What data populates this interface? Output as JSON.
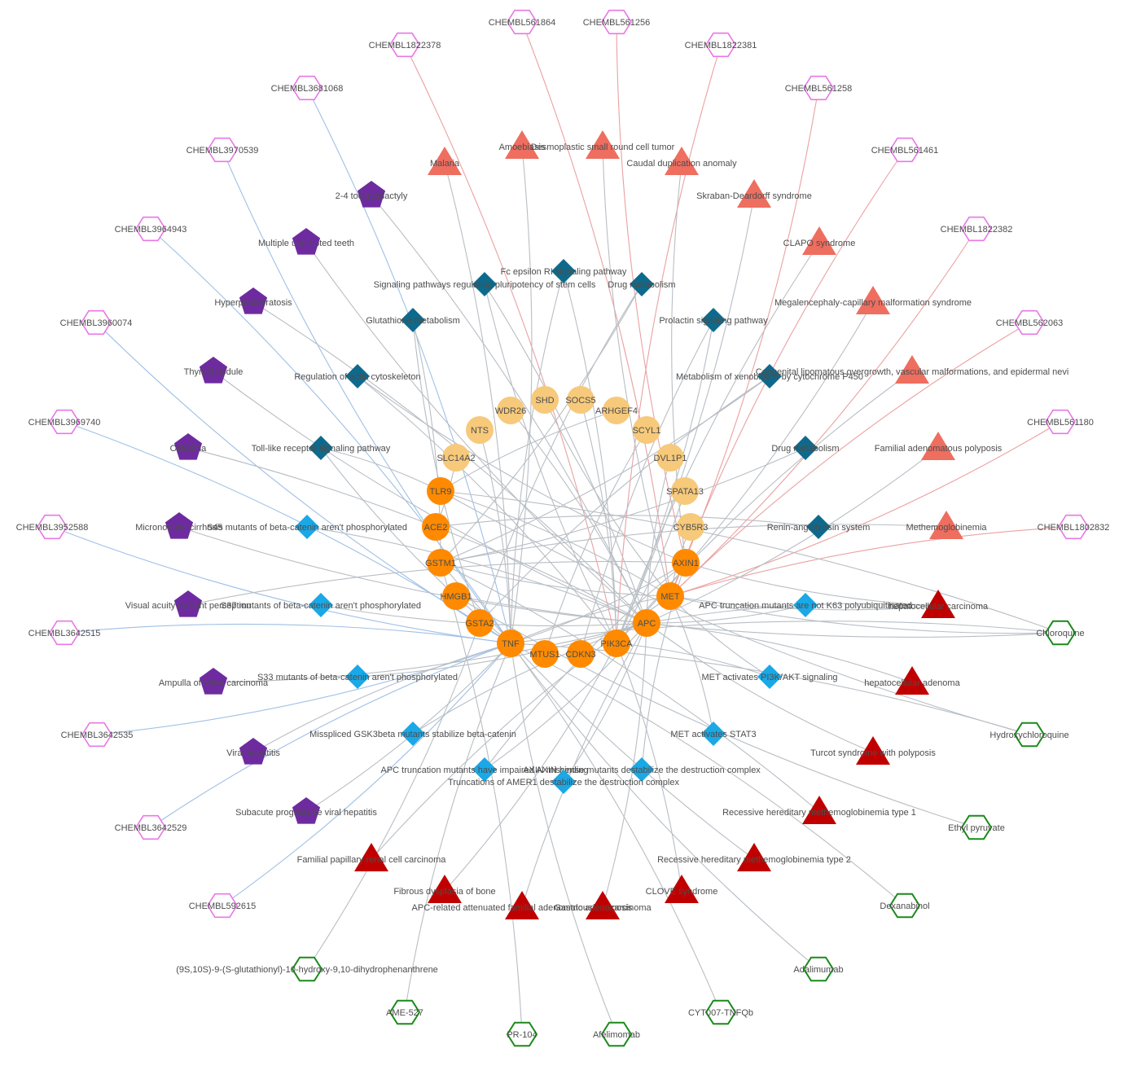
{
  "colors": {
    "drug": "#e877e6",
    "drug_green": "#1a8a1a",
    "gene_light": "#f7c97a",
    "gene_dark": "#ff8a00",
    "pathway_dark": "#0e6a8c",
    "pathway_light": "#1aa8e6",
    "disease_light": "#ee6e60",
    "disease_dark": "#c00000",
    "phenotype": "#6e2ba0",
    "edge_gray": "#b8bec4",
    "edge_blue": "#9fc0e6",
    "edge_red": "#eba1a1"
  },
  "nodes": [
    {
      "id": "d1",
      "label": "CHEMBL561864",
      "shape": "hexagon",
      "color": "drug"
    },
    {
      "id": "d2",
      "label": "CHEMBL561256",
      "shape": "hexagon",
      "color": "drug"
    },
    {
      "id": "d3",
      "label": "CHEMBL1822378",
      "shape": "hexagon",
      "color": "drug"
    },
    {
      "id": "d4",
      "label": "CHEMBL1822381",
      "shape": "hexagon",
      "color": "drug"
    },
    {
      "id": "d5",
      "label": "CHEMBL3681068",
      "shape": "hexagon",
      "color": "drug"
    },
    {
      "id": "d6",
      "label": "CHEMBL561258",
      "shape": "hexagon",
      "color": "drug"
    },
    {
      "id": "d7",
      "label": "CHEMBL3970539",
      "shape": "hexagon",
      "color": "drug"
    },
    {
      "id": "d8",
      "label": "CHEMBL561461",
      "shape": "hexagon",
      "color": "drug"
    },
    {
      "id": "d9",
      "label": "CHEMBL3964943",
      "shape": "hexagon",
      "color": "drug"
    },
    {
      "id": "d10",
      "label": "CHEMBL1822382",
      "shape": "hexagon",
      "color": "drug"
    },
    {
      "id": "d11",
      "label": "CHEMBL3960074",
      "shape": "hexagon",
      "color": "drug"
    },
    {
      "id": "d12",
      "label": "CHEMBL562063",
      "shape": "hexagon",
      "color": "drug"
    },
    {
      "id": "d13",
      "label": "CHEMBL3969740",
      "shape": "hexagon",
      "color": "drug"
    },
    {
      "id": "d14",
      "label": "CHEMBL561180",
      "shape": "hexagon",
      "color": "drug"
    },
    {
      "id": "d15",
      "label": "CHEMBL3952588",
      "shape": "hexagon",
      "color": "drug"
    },
    {
      "id": "d16",
      "label": "CHEMBL1802832",
      "shape": "hexagon",
      "color": "drug"
    },
    {
      "id": "d17",
      "label": "CHEMBL3642515",
      "shape": "hexagon",
      "color": "drug"
    },
    {
      "id": "d18",
      "label": "CHEMBL3642535",
      "shape": "hexagon",
      "color": "drug"
    },
    {
      "id": "d19",
      "label": "CHEMBL3642529",
      "shape": "hexagon",
      "color": "drug"
    },
    {
      "id": "d20",
      "label": "CHEMBL592615",
      "shape": "hexagon",
      "color": "drug"
    },
    {
      "id": "g1",
      "label": "Chloroquine",
      "shape": "hexagon",
      "color": "drug_green"
    },
    {
      "id": "g2",
      "label": "Hydroxychloroquine",
      "shape": "hexagon",
      "color": "drug_green"
    },
    {
      "id": "g3",
      "label": "Ethyl pyruvate",
      "shape": "hexagon",
      "color": "drug_green"
    },
    {
      "id": "g4",
      "label": "Dexanabinol",
      "shape": "hexagon",
      "color": "drug_green"
    },
    {
      "id": "g5",
      "label": "Adalimumab",
      "shape": "hexagon",
      "color": "drug_green"
    },
    {
      "id": "g6",
      "label": "CYT007-TNFQb",
      "shape": "hexagon",
      "color": "drug_green"
    },
    {
      "id": "g7",
      "label": "Afelimomab",
      "shape": "hexagon",
      "color": "drug_green"
    },
    {
      "id": "g8",
      "label": "PR-104",
      "shape": "hexagon",
      "color": "drug_green"
    },
    {
      "id": "g9",
      "label": "AME-527",
      "shape": "hexagon",
      "color": "drug_green"
    },
    {
      "id": "g10",
      "label": "(9S,10S)-9-(S-glutathionyl)-10-hydroxy-9,10-dihydrophenanthrene",
      "shape": "hexagon",
      "color": "drug_green"
    },
    {
      "id": "s1",
      "label": "WDR26",
      "shape": "circle",
      "color": "gene_light"
    },
    {
      "id": "s2",
      "label": "SHD",
      "shape": "circle",
      "color": "gene_light"
    },
    {
      "id": "s3",
      "label": "SOCS5",
      "shape": "circle",
      "color": "gene_light"
    },
    {
      "id": "s4",
      "label": "ARHGEF4",
      "shape": "circle",
      "color": "gene_light"
    },
    {
      "id": "s5",
      "label": "NTS",
      "shape": "circle",
      "color": "gene_light"
    },
    {
      "id": "s6",
      "label": "SCYL1",
      "shape": "circle",
      "color": "gene_light"
    },
    {
      "id": "s7",
      "label": "SLC14A2",
      "shape": "circle",
      "color": "gene_light"
    },
    {
      "id": "s8",
      "label": "DVL1P1",
      "shape": "circle",
      "color": "gene_light"
    },
    {
      "id": "s9",
      "label": "SPATA13",
      "shape": "circle",
      "color": "gene_light"
    },
    {
      "id": "s10",
      "label": "CYB5R3",
      "shape": "circle",
      "color": "gene_light"
    },
    {
      "id": "o1",
      "label": "TLR9",
      "shape": "circle",
      "color": "gene_dark"
    },
    {
      "id": "o2",
      "label": "ACE2",
      "shape": "circle",
      "color": "gene_dark"
    },
    {
      "id": "o3",
      "label": "GSTM1",
      "shape": "circle",
      "color": "gene_dark"
    },
    {
      "id": "o4",
      "label": "AXIN1",
      "shape": "circle",
      "color": "gene_dark"
    },
    {
      "id": "o5",
      "label": "HMGB1",
      "shape": "circle",
      "color": "gene_dark"
    },
    {
      "id": "o6",
      "label": "MET",
      "shape": "circle",
      "color": "gene_dark"
    },
    {
      "id": "o7",
      "label": "GSTA2",
      "shape": "circle",
      "color": "gene_dark"
    },
    {
      "id": "o8",
      "label": "APC",
      "shape": "circle",
      "color": "gene_dark"
    },
    {
      "id": "o9",
      "label": "TNF",
      "shape": "circle",
      "color": "gene_dark"
    },
    {
      "id": "o10",
      "label": "PIK3CA",
      "shape": "circle",
      "color": "gene_dark"
    },
    {
      "id": "o11",
      "label": "MTUS1",
      "shape": "circle",
      "color": "gene_dark"
    },
    {
      "id": "o12",
      "label": "CDKN3",
      "shape": "circle",
      "color": "gene_dark"
    },
    {
      "id": "p1",
      "label": "Fc epsilon RI signaling pathway",
      "shape": "diamond",
      "color": "pathway_dark"
    },
    {
      "id": "p2",
      "label": "Signaling pathways regulating pluripotency of stem cells",
      "shape": "diamond",
      "color": "pathway_dark"
    },
    {
      "id": "p3",
      "label": "Drug metabolism",
      "shape": "diamond",
      "color": "pathway_dark"
    },
    {
      "id": "p4",
      "label": "Glutathione metabolism",
      "shape": "diamond",
      "color": "pathway_dark"
    },
    {
      "id": "p5",
      "label": "Prolactin signaling pathway",
      "shape": "diamond",
      "color": "pathway_dark"
    },
    {
      "id": "p6",
      "label": "Regulation of actin cytoskeleton",
      "shape": "diamond",
      "color": "pathway_dark"
    },
    {
      "id": "p7",
      "label": "Metabolism of xenobiotics by cytochrome P450",
      "shape": "diamond",
      "color": "pathway_dark"
    },
    {
      "id": "p8",
      "label": "Toll-like receptor signaling pathway",
      "shape": "diamond",
      "color": "pathway_dark"
    },
    {
      "id": "p9",
      "label": "Drug metabolism",
      "shape": "diamond",
      "color": "pathway_dark"
    },
    {
      "id": "p10",
      "label": "Renin-angiotensin system",
      "shape": "diamond",
      "color": "pathway_dark"
    },
    {
      "id": "q1",
      "label": "S45 mutants of beta-catenin aren't phosphorylated",
      "shape": "diamond",
      "color": "pathway_light"
    },
    {
      "id": "q2",
      "label": "S37 mutants of beta-catenin aren't phosphorylated",
      "shape": "diamond",
      "color": "pathway_light"
    },
    {
      "id": "q3",
      "label": "APC truncation mutants are not K63 polyubiquitinated",
      "shape": "diamond",
      "color": "pathway_light"
    },
    {
      "id": "q4",
      "label": "S33 mutants of beta-catenin aren't phosphorylated",
      "shape": "diamond",
      "color": "pathway_light"
    },
    {
      "id": "q5",
      "label": "MET activates PI3K/AKT signaling",
      "shape": "diamond",
      "color": "pathway_light"
    },
    {
      "id": "q6",
      "label": "Misspliced GSK3beta mutants stabilize beta-catenin",
      "shape": "diamond",
      "color": "pathway_light"
    },
    {
      "id": "q7",
      "label": "MET activates STAT3",
      "shape": "diamond",
      "color": "pathway_light"
    },
    {
      "id": "q8",
      "label": "APC truncation mutants have impaired AXIN binding",
      "shape": "diamond",
      "color": "pathway_light"
    },
    {
      "id": "q9",
      "label": "AXIN missense mutants destabilize the destruction complex",
      "shape": "diamond",
      "color": "pathway_light"
    },
    {
      "id": "q10",
      "label": "Truncations of AMER1 destabilize the destruction complex",
      "shape": "diamond",
      "color": "pathway_light"
    },
    {
      "id": "t1",
      "label": "Amoebiasis",
      "shape": "triangle",
      "color": "disease_light"
    },
    {
      "id": "t2",
      "label": "Desmoplastic small round cell tumor",
      "shape": "triangle",
      "color": "disease_light"
    },
    {
      "id": "t3",
      "label": "Malaria",
      "shape": "triangle",
      "color": "disease_light"
    },
    {
      "id": "t4",
      "label": "Caudal duplication anomaly",
      "shape": "triangle",
      "color": "disease_light"
    },
    {
      "id": "t5",
      "label": "Skraban-Deardorff syndrome",
      "shape": "triangle",
      "color": "disease_light"
    },
    {
      "id": "t6",
      "label": "CLAPO syndrome",
      "shape": "triangle",
      "color": "disease_light"
    },
    {
      "id": "t7",
      "label": "Megalencephaly-capillary malformation syndrome",
      "shape": "triangle",
      "color": "disease_light"
    },
    {
      "id": "t8",
      "label": "Congenital lipomatous overgrowth, vascular malformations, and epidermal nevi",
      "shape": "triangle",
      "color": "disease_light"
    },
    {
      "id": "t9",
      "label": "Familial adenomatous polyposis",
      "shape": "triangle",
      "color": "disease_light"
    },
    {
      "id": "t10",
      "label": "Methemoglobinemia",
      "shape": "triangle",
      "color": "disease_light"
    },
    {
      "id": "r1",
      "label": "hepatocellular carcinoma",
      "shape": "triangle",
      "color": "disease_dark"
    },
    {
      "id": "r2",
      "label": "hepatocellular adenoma",
      "shape": "triangle",
      "color": "disease_dark"
    },
    {
      "id": "r3",
      "label": "Turcot syndrome with polyposis",
      "shape": "triangle",
      "color": "disease_dark"
    },
    {
      "id": "r4",
      "label": "Recessive hereditary methemoglobinemia type 1",
      "shape": "triangle",
      "color": "disease_dark"
    },
    {
      "id": "r5",
      "label": "Recessive hereditary methemoglobinemia type 2",
      "shape": "triangle",
      "color": "disease_dark"
    },
    {
      "id": "r6",
      "label": "CLOVE syndrome",
      "shape": "triangle",
      "color": "disease_dark"
    },
    {
      "id": "r7",
      "label": "Familial papillary renal cell carcinoma",
      "shape": "triangle",
      "color": "disease_dark"
    },
    {
      "id": "r8",
      "label": "Fibrous dysplasia of bone",
      "shape": "triangle",
      "color": "disease_dark"
    },
    {
      "id": "r9",
      "label": "APC-related attenuated familial adenomatous polyposis",
      "shape": "triangle",
      "color": "disease_dark"
    },
    {
      "id": "r10",
      "label": "Gastric adenocarcinoma",
      "shape": "triangle",
      "color": "disease_dark"
    },
    {
      "id": "v1",
      "label": "2-4 toe syndactyly",
      "shape": "pentagon",
      "color": "phenotype"
    },
    {
      "id": "v2",
      "label": "Multiple unerupted teeth",
      "shape": "pentagon",
      "color": "phenotype"
    },
    {
      "id": "v3",
      "label": "Hyperparakeratosis",
      "shape": "pentagon",
      "color": "phenotype"
    },
    {
      "id": "v4",
      "label": "Thyroid nodule",
      "shape": "pentagon",
      "color": "phenotype"
    },
    {
      "id": "v5",
      "label": "Osteoma",
      "shape": "pentagon",
      "color": "phenotype"
    },
    {
      "id": "v6",
      "label": "Micronodular cirrhosis",
      "shape": "pentagon",
      "color": "phenotype"
    },
    {
      "id": "v7",
      "label": "Visual acuity no light perception",
      "shape": "pentagon",
      "color": "phenotype"
    },
    {
      "id": "v8",
      "label": "Ampulla of Vater carcinoma",
      "shape": "pentagon",
      "color": "phenotype"
    },
    {
      "id": "v9",
      "label": "Viral hepatitis",
      "shape": "pentagon",
      "color": "phenotype"
    },
    {
      "id": "v10",
      "label": "Subacute progressive viral hepatitis",
      "shape": "pentagon",
      "color": "phenotype"
    }
  ],
  "edges": [
    [
      "d1",
      "o6",
      "edge_red"
    ],
    [
      "d2",
      "o4",
      "edge_red"
    ],
    [
      "d3",
      "o10",
      "edge_red"
    ],
    [
      "d4",
      "o10",
      "edge_red"
    ],
    [
      "d6",
      "o6",
      "edge_red"
    ],
    [
      "d8",
      "o6",
      "edge_red"
    ],
    [
      "d10",
      "o6",
      "edge_red"
    ],
    [
      "d12",
      "o6",
      "edge_red"
    ],
    [
      "d14",
      "o6",
      "edge_red"
    ],
    [
      "d16",
      "o6",
      "edge_red"
    ],
    [
      "d5",
      "o9",
      "edge_blue"
    ],
    [
      "d7",
      "o9",
      "edge_blue"
    ],
    [
      "d9",
      "o9",
      "edge_blue"
    ],
    [
      "d11",
      "o9",
      "edge_blue"
    ],
    [
      "d13",
      "o9",
      "edge_blue"
    ],
    [
      "d15",
      "o9",
      "edge_blue"
    ],
    [
      "d17",
      "o9",
      "edge_blue"
    ],
    [
      "d18",
      "o9",
      "edge_blue"
    ],
    [
      "d19",
      "o9",
      "edge_blue"
    ],
    [
      "d20",
      "o9",
      "edge_blue"
    ],
    [
      "g1",
      "o6",
      "edge_gray"
    ],
    [
      "g1",
      "o1",
      "edge_gray"
    ],
    [
      "g1",
      "o5",
      "edge_gray"
    ],
    [
      "g1",
      "o9",
      "edge_gray"
    ],
    [
      "g2",
      "o1",
      "edge_gray"
    ],
    [
      "g2",
      "o9",
      "edge_gray"
    ],
    [
      "g3",
      "o5",
      "edge_gray"
    ],
    [
      "g4",
      "o9",
      "edge_gray"
    ],
    [
      "g5",
      "o9",
      "edge_gray"
    ],
    [
      "g6",
      "o9",
      "edge_gray"
    ],
    [
      "g7",
      "o9",
      "edge_gray"
    ],
    [
      "g8",
      "o3",
      "edge_gray"
    ],
    [
      "g9",
      "o9",
      "edge_gray"
    ],
    [
      "g10",
      "o7",
      "edge_gray"
    ],
    [
      "p1",
      "o10",
      "edge_gray"
    ],
    [
      "p1",
      "o9",
      "edge_gray"
    ],
    [
      "p2",
      "o8",
      "edge_gray"
    ],
    [
      "p2",
      "o10",
      "edge_gray"
    ],
    [
      "p3",
      "o3",
      "edge_gray"
    ],
    [
      "p3",
      "o7",
      "edge_gray"
    ],
    [
      "p4",
      "o3",
      "edge_gray"
    ],
    [
      "p4",
      "o7",
      "edge_gray"
    ],
    [
      "p5",
      "o10",
      "edge_gray"
    ],
    [
      "p5",
      "o12",
      "edge_gray"
    ],
    [
      "p6",
      "o10",
      "edge_gray"
    ],
    [
      "p6",
      "o4",
      "edge_gray"
    ],
    [
      "p7",
      "o3",
      "edge_gray"
    ],
    [
      "p7",
      "o7",
      "edge_gray"
    ],
    [
      "p8",
      "o1",
      "edge_gray"
    ],
    [
      "p8",
      "o9",
      "edge_gray"
    ],
    [
      "p9",
      "o3",
      "edge_gray"
    ],
    [
      "p10",
      "o2",
      "edge_gray"
    ],
    [
      "q1",
      "o8",
      "edge_gray"
    ],
    [
      "q2",
      "o8",
      "edge_gray"
    ],
    [
      "q3",
      "o8",
      "edge_gray"
    ],
    [
      "q4",
      "o8",
      "edge_gray"
    ],
    [
      "q5",
      "o6",
      "edge_gray"
    ],
    [
      "q5",
      "o10",
      "edge_gray"
    ],
    [
      "q6",
      "o8",
      "edge_gray"
    ],
    [
      "q7",
      "o6",
      "edge_gray"
    ],
    [
      "q8",
      "o4",
      "edge_gray"
    ],
    [
      "q8",
      "o8",
      "edge_gray"
    ],
    [
      "q9",
      "o4",
      "edge_gray"
    ],
    [
      "q10",
      "o8",
      "edge_gray"
    ],
    [
      "t1",
      "o9",
      "edge_gray"
    ],
    [
      "t2",
      "o6",
      "edge_gray"
    ],
    [
      "t3",
      "o9",
      "edge_gray"
    ],
    [
      "t4",
      "o4",
      "edge_gray"
    ],
    [
      "t5",
      "o10",
      "edge_gray"
    ],
    [
      "t6",
      "o10",
      "edge_gray"
    ],
    [
      "t7",
      "o10",
      "edge_gray"
    ],
    [
      "t8",
      "o10",
      "edge_gray"
    ],
    [
      "t9",
      "o8",
      "edge_gray"
    ],
    [
      "t10",
      "o3",
      "edge_gray"
    ],
    [
      "r1",
      "o6",
      "edge_gray"
    ],
    [
      "r1",
      "o8",
      "edge_gray"
    ],
    [
      "r1",
      "o4",
      "edge_gray"
    ],
    [
      "r2",
      "o8",
      "edge_gray"
    ],
    [
      "r3",
      "o8",
      "edge_gray"
    ],
    [
      "r4",
      "o3",
      "edge_gray"
    ],
    [
      "r5",
      "o3",
      "edge_gray"
    ],
    [
      "r6",
      "o10",
      "edge_gray"
    ],
    [
      "r7",
      "o6",
      "edge_gray"
    ],
    [
      "r8",
      "o10",
      "edge_gray"
    ],
    [
      "r9",
      "o8",
      "edge_gray"
    ],
    [
      "r10",
      "o8",
      "edge_gray"
    ],
    [
      "v1",
      "o8",
      "edge_gray"
    ],
    [
      "v2",
      "o8",
      "edge_gray"
    ],
    [
      "v3",
      "o8",
      "edge_gray"
    ],
    [
      "v4",
      "o8",
      "edge_gray"
    ],
    [
      "v5",
      "o8",
      "edge_gray"
    ],
    [
      "v6",
      "o8",
      "edge_gray"
    ],
    [
      "v7",
      "o4",
      "edge_gray"
    ],
    [
      "v8",
      "o8",
      "edge_gray"
    ],
    [
      "v9",
      "o9",
      "edge_gray"
    ],
    [
      "v10",
      "o9",
      "edge_gray"
    ],
    [
      "s1",
      "o8",
      "edge_gray"
    ],
    [
      "s2",
      "o6",
      "edge_gray"
    ],
    [
      "s3",
      "o10",
      "edge_gray"
    ],
    [
      "s4",
      "o1",
      "edge_gray"
    ],
    [
      "s5",
      "o9",
      "edge_gray"
    ],
    [
      "s6",
      "o11",
      "edge_gray"
    ],
    [
      "s7",
      "o2",
      "edge_gray"
    ],
    [
      "s8",
      "o8",
      "edge_gray"
    ],
    [
      "s9",
      "o10",
      "edge_gray"
    ],
    [
      "s10",
      "o6",
      "edge_gray"
    ],
    [
      "o9",
      "o6",
      "edge_gray"
    ],
    [
      "o9",
      "o4",
      "edge_gray"
    ],
    [
      "o1",
      "o6",
      "edge_gray"
    ],
    [
      "o3",
      "o6",
      "edge_gray"
    ]
  ]
}
